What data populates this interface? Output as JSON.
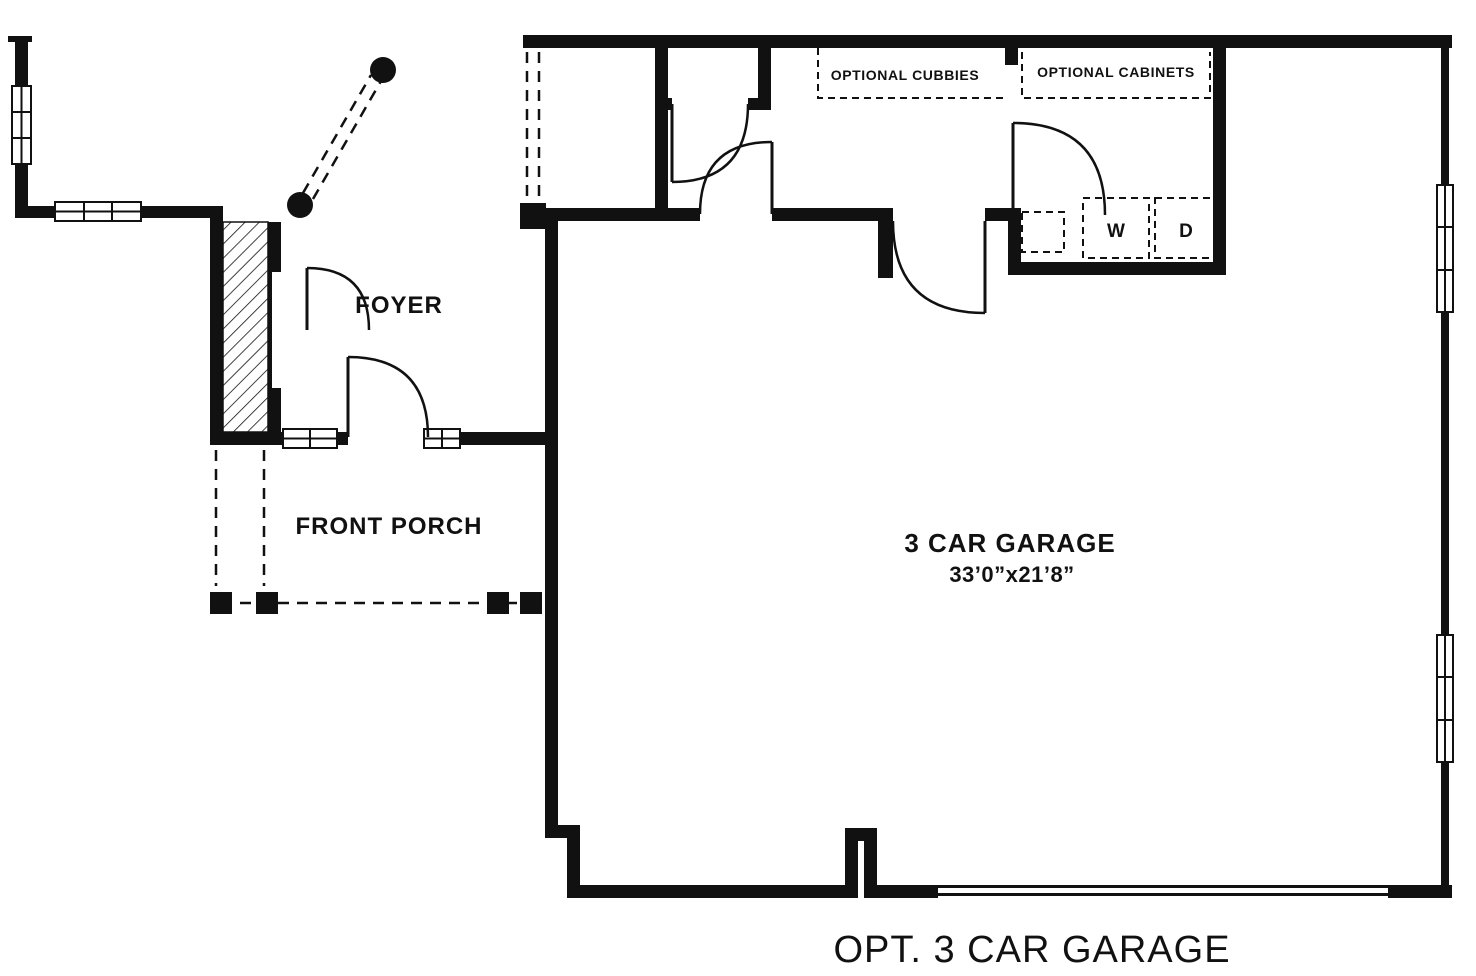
{
  "title": "OPT. 3 CAR GARAGE",
  "colors": {
    "line": "#111111",
    "background": "#ffffff"
  },
  "rooms": {
    "foyer": {
      "label": "FOYER"
    },
    "front_porch": {
      "label": "FRONT PORCH"
    },
    "garage": {
      "label": "3 CAR GARAGE",
      "dimensions": "33’0”x21’8”"
    }
  },
  "fixtures": {
    "optional_cubbies": {
      "label": "OPTIONAL CUBBIES"
    },
    "optional_cabinets": {
      "label": "OPTIONAL CABINETS"
    },
    "washer": {
      "label": "W"
    },
    "dryer": {
      "label": "D"
    }
  }
}
